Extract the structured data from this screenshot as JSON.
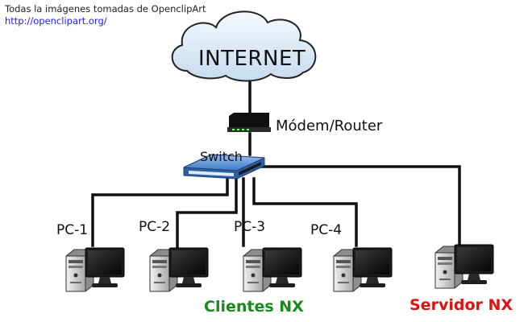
{
  "credit": {
    "line1": "Todas la imágenes tomadas de OpenclipArt",
    "link": "http://openclipart.org/"
  },
  "internet": {
    "label": "INTERNET"
  },
  "router": {
    "label": "Módem/Router"
  },
  "switch": {
    "label": "Switch"
  },
  "pcs": [
    {
      "label": "PC-1"
    },
    {
      "label": "PC-2"
    },
    {
      "label": "PC-3"
    },
    {
      "label": "PC-4"
    }
  ],
  "groups": {
    "clients": {
      "label": "Clientes NX",
      "color": "#1a8a1a"
    },
    "server": {
      "label": "Servidor NX",
      "color": "#e01010"
    }
  },
  "colors": {
    "cloud_fill": "#dcebf7",
    "cloud_stroke": "#222222",
    "switch_blue": "#3f78c4",
    "cable": "#111111"
  },
  "icons": [
    "cloud-icon",
    "router-icon",
    "switch-icon",
    "computer-icon"
  ]
}
